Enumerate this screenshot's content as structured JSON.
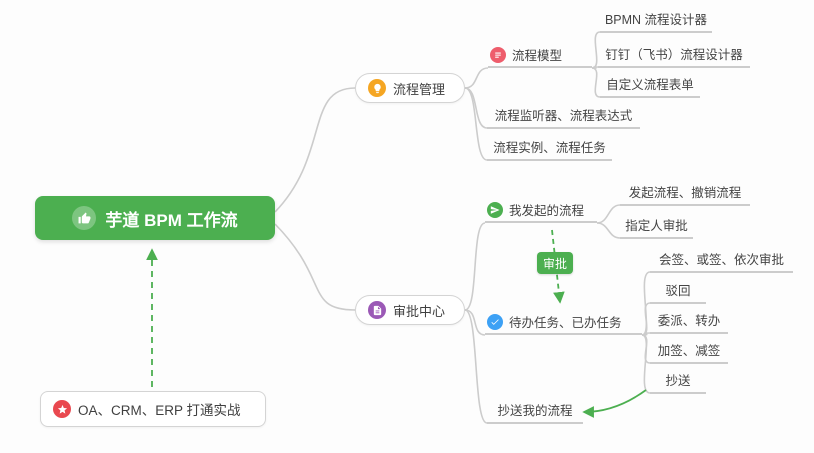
{
  "root": {
    "label": "芋道 BPM 工作流",
    "icon": "thumbs-up-icon"
  },
  "branches": {
    "process_management": {
      "label": "流程管理",
      "icon": "lightbulb-icon",
      "children": {
        "process_model": {
          "label": "流程模型",
          "icon": "flow-model-icon",
          "children": {
            "bpmn_designer": {
              "label": "BPMN 流程设计器"
            },
            "dingtalk_designer": {
              "label": "钉钉（飞书）流程设计器"
            },
            "custom_form": {
              "label": "自定义流程表单"
            }
          }
        },
        "listener_expression": {
          "label": "流程监听器、流程表达式"
        },
        "instance_task": {
          "label": "流程实例、流程任务"
        }
      }
    },
    "approval_center": {
      "label": "审批中心",
      "icon": "approval-center-icon",
      "children": {
        "my_initiated": {
          "label": "我发起的流程",
          "icon": "send-icon",
          "children": {
            "initiate_cancel": {
              "label": "发起流程、撤销流程"
            },
            "assignee_approval": {
              "label": "指定人审批"
            }
          }
        },
        "todo_done": {
          "label": "待办任务、已办任务",
          "icon": "check-icon",
          "children": {
            "countersign": {
              "label": "会签、或签、依次审批"
            },
            "reject": {
              "label": "驳回"
            },
            "delegate_transfer": {
              "label": "委派、转办"
            },
            "add_remove_sign": {
              "label": "加签、减签"
            },
            "cc": {
              "label": "抄送"
            }
          }
        },
        "cc_my_process": {
          "label": "抄送我的流程"
        }
      }
    }
  },
  "annotations": {
    "approval_tag": {
      "label": "审批"
    },
    "note": {
      "label": "OA、CRM、ERP 打通实战",
      "icon": "star-icon"
    }
  },
  "colors": {
    "root_green": "#4caf50",
    "arrow_green": "#4caf50",
    "connector_gray": "#cccccc",
    "icon_orange": "#f5a623",
    "icon_pink": "#ee5d6c",
    "icon_green": "#4caf50",
    "icon_blue": "#3da1f5",
    "icon_purple": "#9b59b6",
    "icon_red": "#e9484f"
  }
}
